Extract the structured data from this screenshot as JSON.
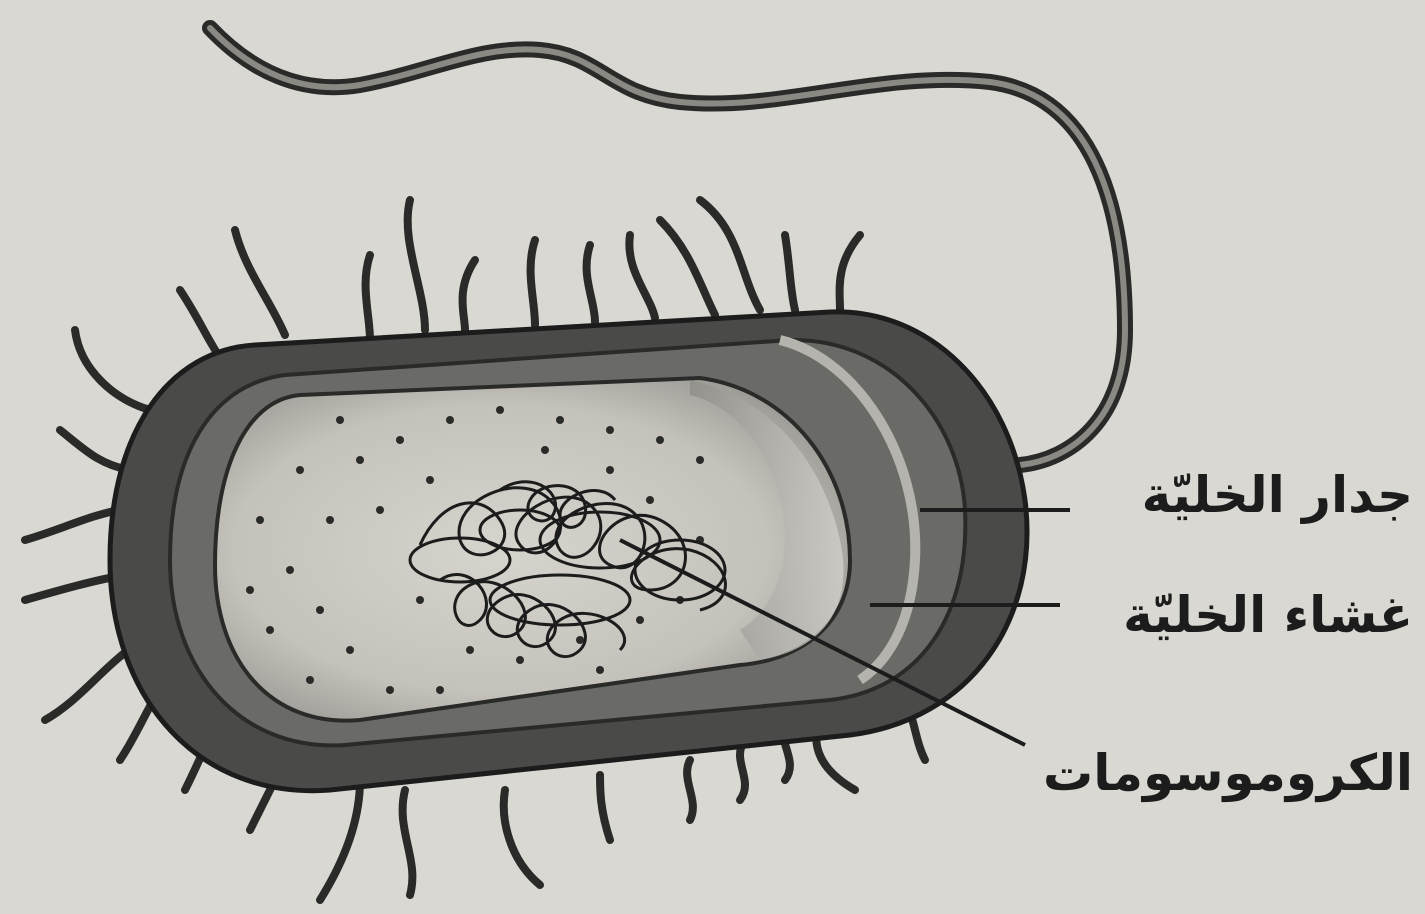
{
  "labels": {
    "cell_wall": "جدار الخليّة",
    "cell_membrane": "غشاء الخليّة",
    "chromosomes": "الكروموسومات"
  },
  "colors": {
    "background": "#d9d8d2",
    "cell_wall_fill": "#4a4a48",
    "membrane_fill": "#5c5c5a",
    "cytoplasm_fill": "#c9c7c0",
    "ink": "#1c1c1c"
  }
}
